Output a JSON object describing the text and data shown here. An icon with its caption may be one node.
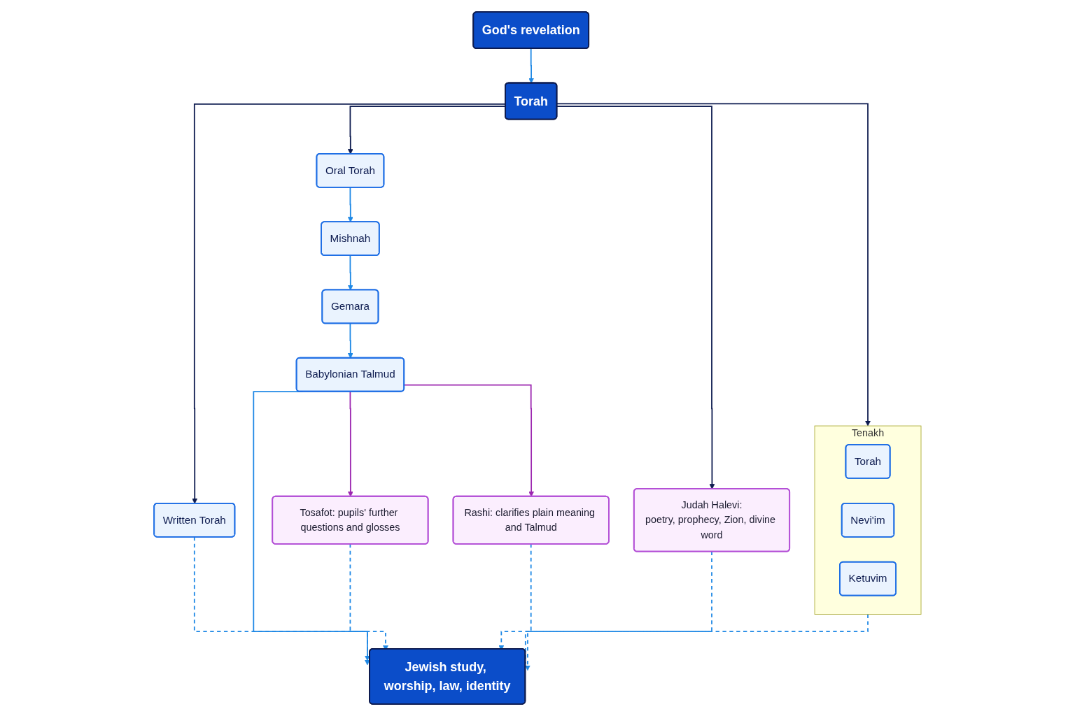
{
  "diagram": {
    "nodes": [
      {
        "text": [
          "God's revelation"
        ]
      },
      {
        "text": [
          "Torah"
        ]
      },
      {
        "text": [
          "Tenakh"
        ]
      },
      {
        "text": [
          "Torah"
        ],
        "in": 2
      },
      {
        "text": [
          "Nevi'im"
        ],
        "in": 2
      },
      {
        "text": [
          "Ketuvim"
        ],
        "in": 2
      },
      {
        "text": [
          "Written Torah"
        ]
      },
      {
        "text": [
          "Oral Torah"
        ]
      },
      {
        "text": [
          "Mishnah"
        ]
      },
      {
        "text": [
          "Gemara"
        ]
      },
      {
        "text": [
          "Babylonian Talmud"
        ]
      },
      {
        "text": [
          "Judah Halevi:",
          "poetry, prophecy, Zion, divine word"
        ]
      },
      {
        "text": [
          "Rashi: clarifies plain meaning and Talmud"
        ]
      },
      {
        "text": [
          "Tosafot: pupils' further questions and glosses"
        ]
      },
      {
        "text": [
          "Jewish study, worship, law, identity"
        ]
      }
    ],
    "edges": [
      {
        "from": 0,
        "to": 1,
        "arrow": "to"
      },
      {
        "from": 1,
        "to": 2,
        "arrow": "to",
        "color": "#0d1b4f"
      },
      {
        "from": 1,
        "to": 6,
        "arrow": "to",
        "color": "#0d1b4f"
      },
      {
        "from": 1,
        "to": 7,
        "arrow": "to",
        "color": "#0d1b4f"
      },
      {
        "from": 1,
        "to": 11,
        "arrow": "to",
        "color": "#0d1b4f"
      },
      {
        "from": 7,
        "to": 8,
        "arrow": "to"
      },
      {
        "from": 8,
        "to": 9,
        "arrow": "to"
      },
      {
        "from": 9,
        "to": 10,
        "arrow": "to"
      },
      {
        "from": 10,
        "to": 12,
        "arrow": "to",
        "color": "#9c27b0"
      },
      {
        "from": 10,
        "to": 13,
        "arrow": "to",
        "color": "#9c27b0"
      },
      {
        "from": 2,
        "to": 14,
        "arrow": "to",
        "style": "dashed"
      },
      {
        "from": 6,
        "to": 14,
        "arrow": "to",
        "style": "dashed"
      },
      {
        "from": 10,
        "to": 14,
        "arrow": "to"
      },
      {
        "from": 13,
        "to": 14,
        "arrow": "to",
        "style": "dashed"
      },
      {
        "from": 12,
        "to": 14,
        "arrow": "to",
        "style": "dashed"
      },
      {
        "from": 11,
        "to": 14,
        "arrow": "none",
        "style": "dashed"
      }
    ]
  }
}
